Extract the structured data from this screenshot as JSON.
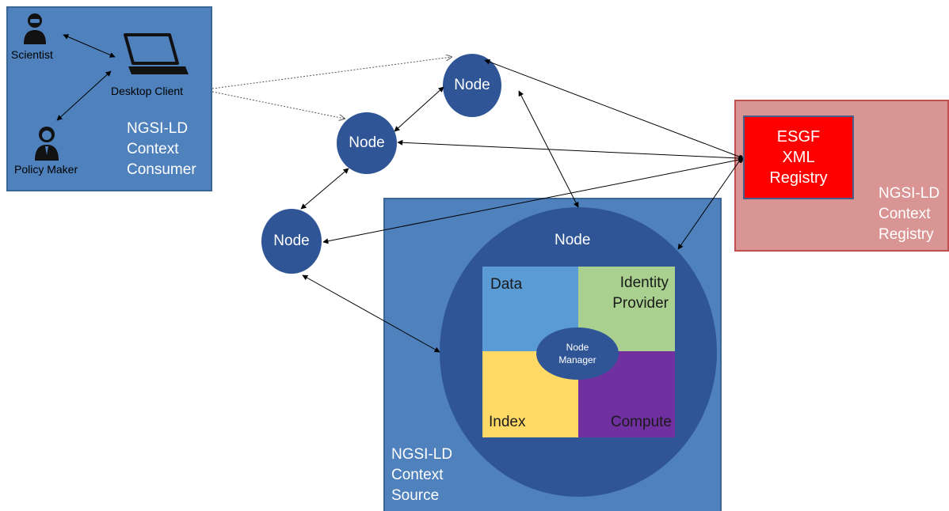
{
  "consumer": {
    "title_lines": [
      "NGSI-LD",
      "Context",
      "Consumer"
    ],
    "actors": {
      "scientist": "Scientist",
      "policy_maker": "Policy Maker",
      "desktop_client": "Desktop Client"
    }
  },
  "nodes": {
    "top": "Node",
    "middle": "Node",
    "left": "Node",
    "main": "Node"
  },
  "registry": {
    "esgf_lines": [
      "ESGF",
      "XML",
      "Registry"
    ],
    "title_lines": [
      "NGSI-LD",
      "Context",
      "Registry"
    ]
  },
  "source": {
    "title_lines": [
      "NGSI-LD",
      "Context",
      "Source"
    ],
    "quadrants": {
      "data": "Data",
      "identity_lines": [
        "Identity",
        "Provider"
      ],
      "index": "Index",
      "compute": "Compute"
    },
    "node_manager_lines": [
      "Node",
      "Manager"
    ]
  },
  "colors": {
    "container_blue": "#4f81bd",
    "node_blue": "#2f5597",
    "registry_pink": "#d99594",
    "esgf_red": "#ff0000",
    "data_blue": "#5b9bd5",
    "identity_green": "#a9d08e",
    "index_yellow": "#ffd966",
    "compute_purple": "#7030a0"
  }
}
